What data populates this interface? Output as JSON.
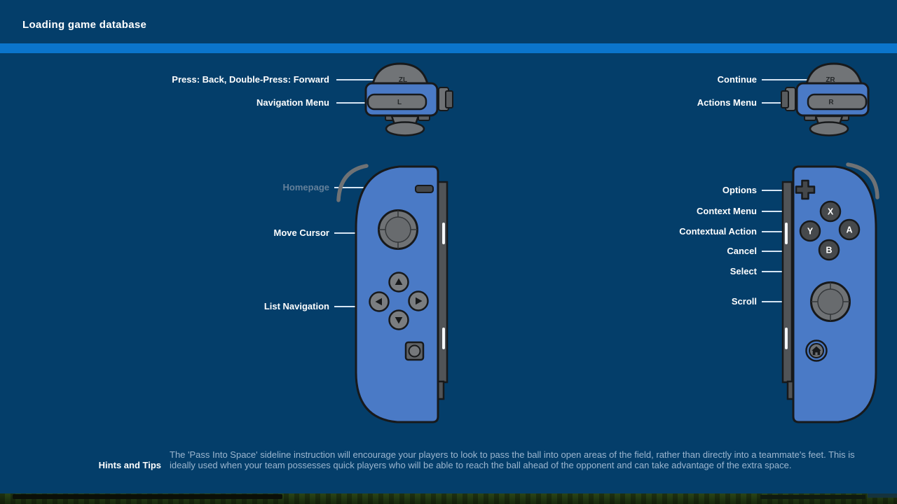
{
  "header": {
    "title": "Loading game database"
  },
  "controls": {
    "left": {
      "zl_label": "Press: Back, Double-Press: Forward",
      "l_label": "Navigation Menu",
      "minus_label": "Homepage",
      "stick_label": "Move Cursor",
      "dpad_label": "List Navigation",
      "zl_button": "ZL",
      "l_button": "L"
    },
    "right": {
      "zr_label": "Continue",
      "r_label": "Actions Menu",
      "plus_label": "Options",
      "x_label": "Context Menu",
      "y_label": "Contextual Action",
      "b_label": "Cancel",
      "a_label": "Select",
      "stick_label": "Scroll",
      "zr_button": "ZR",
      "r_button": "R",
      "x_button": "X",
      "y_button": "Y",
      "a_button": "A",
      "b_button": "B"
    }
  },
  "hints": {
    "title": "Hints and Tips",
    "text": "The 'Pass Into Space' sideline instruction will encourage your players to look to pass the ball into open areas of the field, rather than directly into a teammate's feet. This is ideally used when your team possesses quick players who will be able to reach the ball ahead of the opponent and can take advantage of the extra space."
  },
  "colors": {
    "background": "#043e6a",
    "progress_bar": "#0b75cc",
    "joycon_blue": "#4a7ac6",
    "callout_line": "#d6e5f3",
    "disabled_label": "#64809a",
    "hint_text": "#9cb6cf"
  }
}
